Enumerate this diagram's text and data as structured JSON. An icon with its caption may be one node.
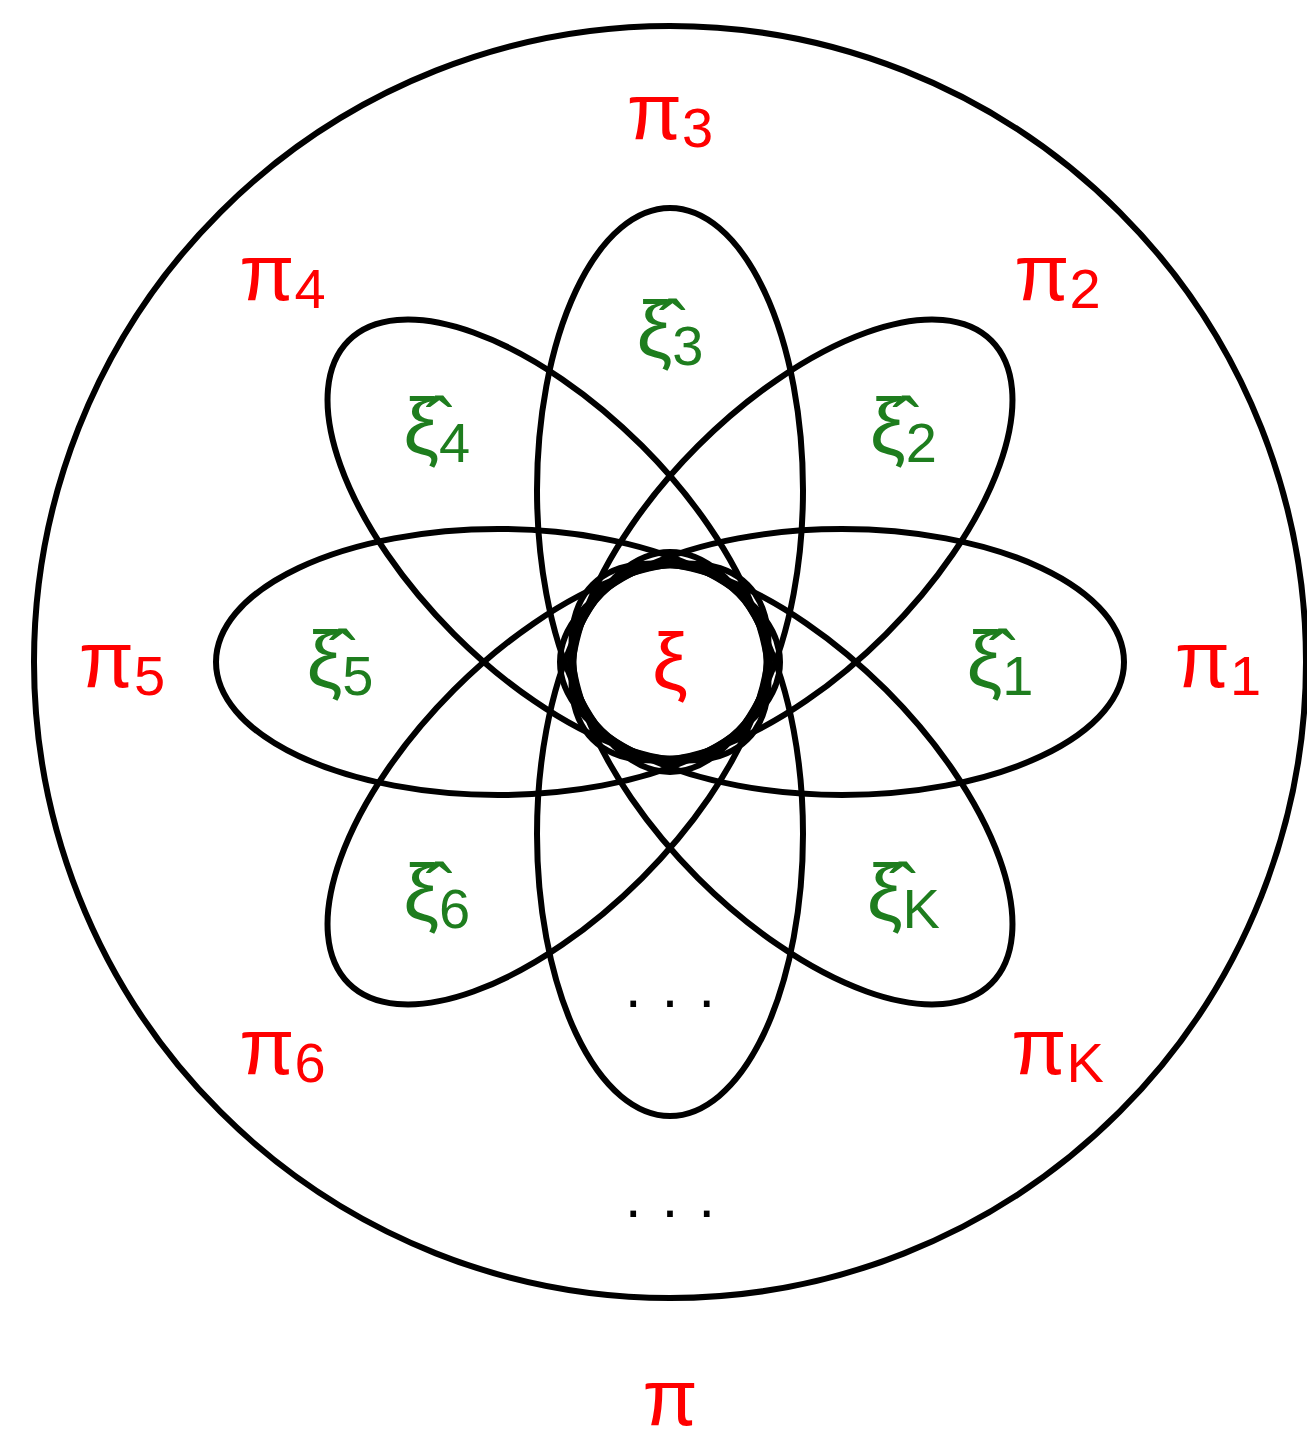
{
  "diagram": {
    "nodes": [
      {
        "text": [
          "π"
        ]
      },
      {
        "text": [
          "ξ̂$_{1}$",
          "π$_{1}$"
        ],
        "in": 0
      },
      {
        "text": [
          "π$_{2}$",
          "ξ̂$_{2}$"
        ],
        "in": 0
      },
      {
        "text": [
          "π$_{3}$",
          "ξ̂$_{3}$"
        ],
        "in": 0
      },
      {
        "text": [
          "π$_{4}$",
          "ξ̂$_{4}$"
        ],
        "in": 0
      },
      {
        "text": [
          "π$_{5}$",
          "ξ̂$_{5}$"
        ],
        "in": 0
      },
      {
        "text": [
          "ξ̂$_{6}$",
          "π$_{6}$"
        ],
        "in": 0
      },
      {
        "text": [
          "· · ·",
          "· · ·"
        ],
        "in": 0
      },
      {
        "text": [
          "ξ̂$_{K}$",
          "π$_{K}$"
        ],
        "in": 0
      },
      {
        "text": [
          "ξ"
        ]
      }
    ],
    "edges": []
  }
}
